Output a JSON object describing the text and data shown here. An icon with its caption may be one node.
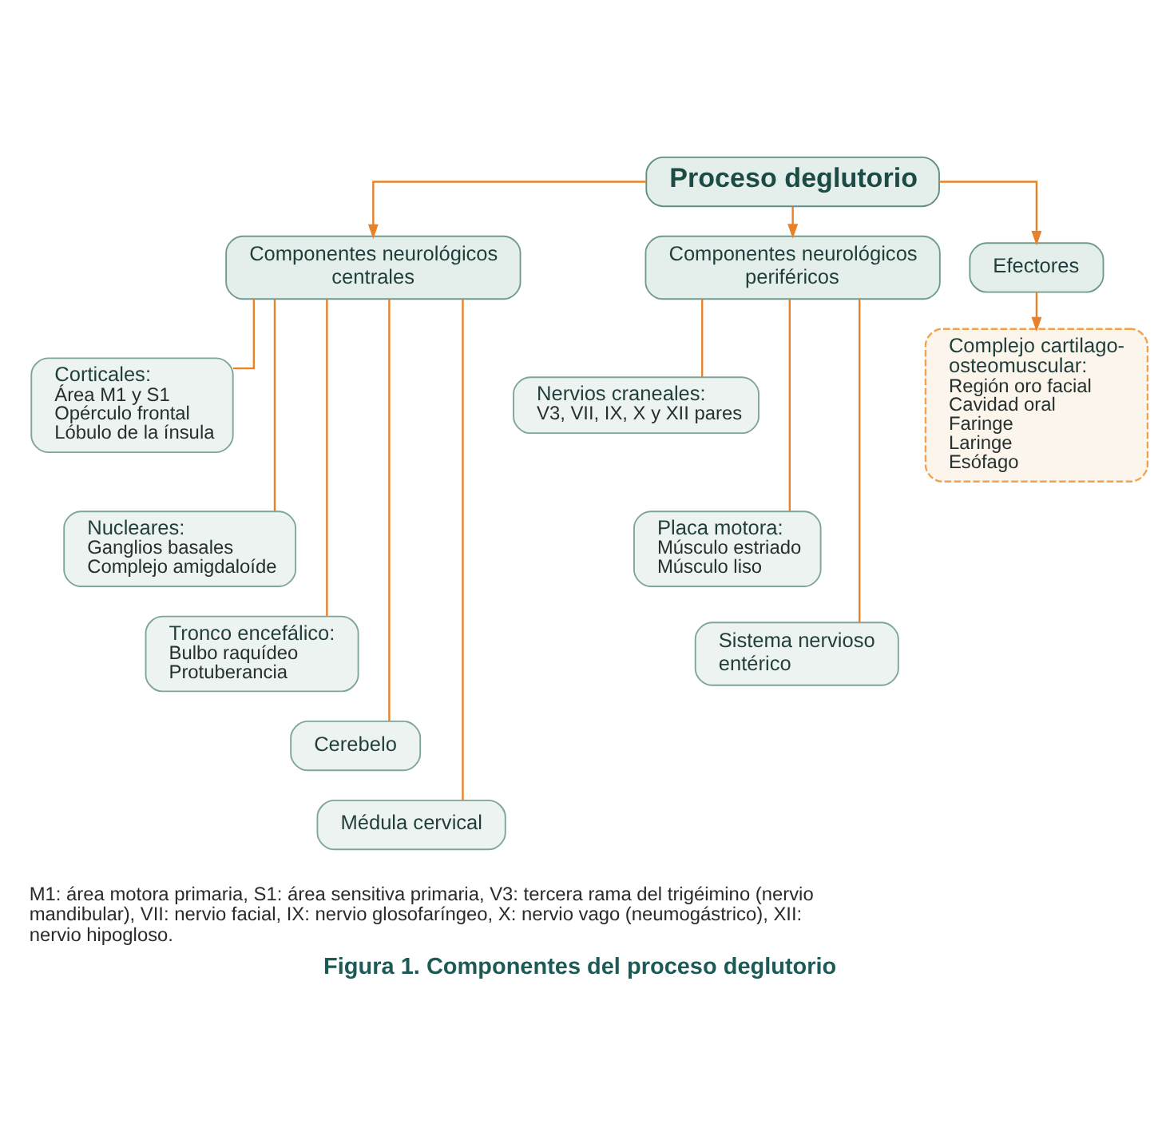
{
  "diagram": {
    "caption": "Figura 1. Componentes del proceso deglutorio",
    "nodes": [
      {
        "text": [
          "Proceso deglutorio"
        ]
      },
      {
        "text": [
          "Componentes neurológicos centrales"
        ]
      },
      {
        "text": [
          "Componentes neurológicos periféricos"
        ]
      },
      {
        "text": [
          "Efectores"
        ]
      },
      {
        "text": [
          "Corticales:",
          "Área M1 y S1",
          "Opérculo frontal",
          "Lóbulo de la ínsula"
        ]
      },
      {
        "text": [
          "Nucleares:",
          "Ganglios basales",
          "Complejo amigdaloíde"
        ]
      },
      {
        "text": [
          "Tronco encefálico:",
          "Bulbo raquídeo",
          "Protuberancia"
        ]
      },
      {
        "text": [
          "Cerebelo"
        ]
      },
      {
        "text": [
          "Médula cervical"
        ]
      },
      {
        "text": [
          "Nervios craneales:",
          "V3, VII, IX, X y XII pares"
        ]
      },
      {
        "text": [
          "Placa motora:",
          "Músculo estriado",
          "Músculo liso"
        ]
      },
      {
        "text": [
          "Sistema nervioso entérico"
        ]
      },
      {
        "text": [
          "Complejo cartilago-osteomuscular:",
          "Región oro facial",
          "Cavidad oral",
          "Faringe",
          "Laringe",
          "Esófago"
        ]
      }
    ],
    "edges": [
      {
        "from": 0,
        "to": 1,
        "arrow": "to"
      },
      {
        "from": 0,
        "to": 2,
        "arrow": "to"
      },
      {
        "from": 0,
        "to": 3,
        "arrow": "to"
      },
      {
        "from": 1,
        "to": 4,
        "arrow": "none"
      },
      {
        "from": 1,
        "to": 5,
        "arrow": "none"
      },
      {
        "from": 1,
        "to": 6,
        "arrow": "none"
      },
      {
        "from": 1,
        "to": 7,
        "arrow": "none"
      },
      {
        "from": 1,
        "to": 8,
        "arrow": "none"
      },
      {
        "from": 2,
        "to": 9,
        "arrow": "none"
      },
      {
        "from": 2,
        "to": 10,
        "arrow": "none"
      },
      {
        "from": 2,
        "to": 11,
        "arrow": "none"
      },
      {
        "from": 3,
        "to": 12,
        "arrow": "to"
      }
    ],
    "labels": [
      "M1: área motora primaria, S1: área sensitiva primaria, V3: tercera rama del trigéimino (nervio mandibular), VII: nervio facial, IX: nervio glosofaríngeo, X: nervio vago (neumogástrico), XII: nervio hipogloso."
    ]
  }
}
